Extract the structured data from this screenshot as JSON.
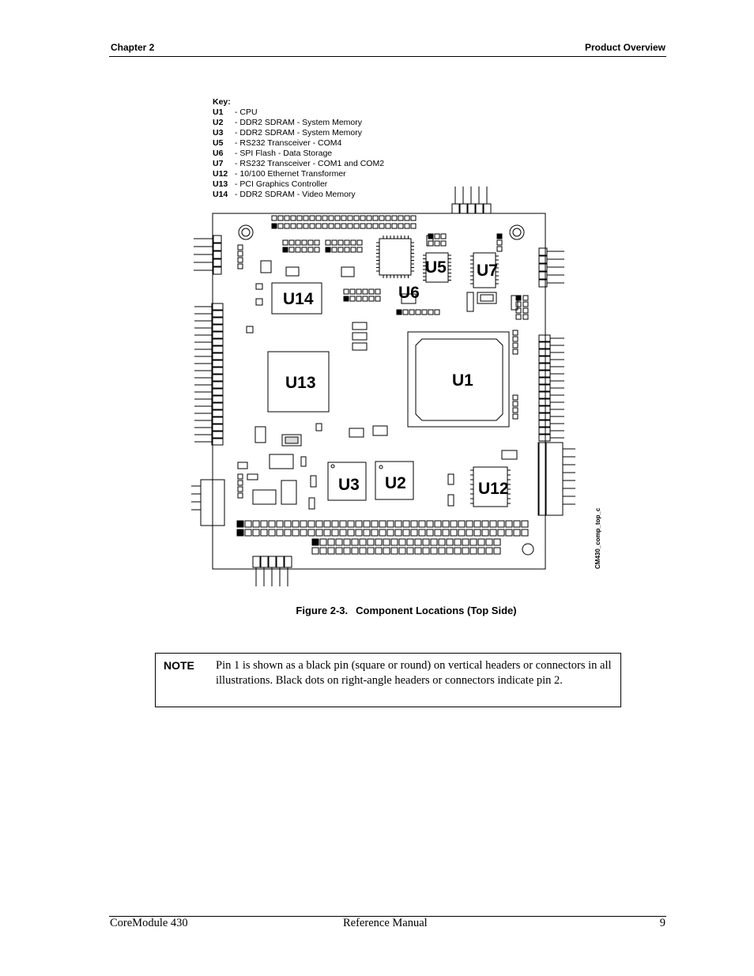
{
  "header": {
    "chapter": "Chapter 2",
    "section": "Product Overview"
  },
  "key": {
    "title": "Key:",
    "items": [
      {
        "code": "U1",
        "desc": "- CPU"
      },
      {
        "code": "U2",
        "desc": "- DDR2 SDRAM - System Memory"
      },
      {
        "code": "U3",
        "desc": "- DDR2 SDRAM - System Memory"
      },
      {
        "code": "U5",
        "desc": "- RS232 Transceiver - COM4"
      },
      {
        "code": "U6",
        "desc": "- SPI Flash - Data Storage"
      },
      {
        "code": "U7",
        "desc": "- RS232 Transceiver - COM1 and COM2"
      },
      {
        "code": "U12",
        "desc": "- 10/100 Ethernet Transformer"
      },
      {
        "code": "U13",
        "desc": "- PCI Graphics Controller"
      },
      {
        "code": "U14",
        "desc": "- DDR2 SDRAM - Video Memory"
      }
    ]
  },
  "board": {
    "labels": {
      "u1": "U1",
      "u2": "U2",
      "u3": "U3",
      "u5": "U5",
      "u6": "U6",
      "u7": "U7",
      "u12": "U12",
      "u13": "U13",
      "u14": "U14"
    },
    "drawing_id": "CM430_comp_top_c"
  },
  "figure": {
    "number": "Figure  2-3.",
    "title": "Component Locations (Top Side)"
  },
  "note": {
    "label": "NOTE",
    "text": "Pin 1 is shown as a black pin (square or round) on vertical headers or connectors in all illustrations. Black dots on right-angle headers or connectors indicate pin 2."
  },
  "footer": {
    "product": "CoreModule 430",
    "doc": "Reference Manual",
    "page": "9"
  }
}
